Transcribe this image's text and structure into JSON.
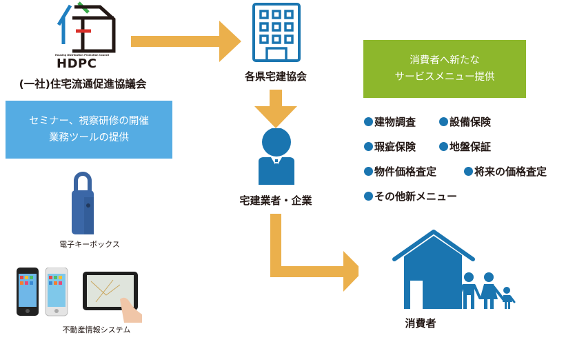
{
  "colors": {
    "arrow": "#ebb04c",
    "blue_icon": "#1a75b0",
    "blue_box": "#55ace3",
    "green_box": "#8db72c",
    "logo_blue": "#1f7fc0",
    "logo_green": "#3aaa4a",
    "logo_red": "#d9302a",
    "logo_dark": "#231815"
  },
  "logo": {
    "tagline": "Housing Distribution Promotion Council",
    "acronym": "HDPC"
  },
  "org": {
    "name": "(一社)住宅流通促進協議会"
  },
  "left_box": {
    "line1": "セミナー、視察研修の開催",
    "line2": "業務ツールの提供"
  },
  "tools": {
    "keybox_label": "電子キーボックス",
    "system_label": "不動産情報システム"
  },
  "prefecture": {
    "label": "各県宅建協会"
  },
  "agent": {
    "label": "宅建業者・企業"
  },
  "right_box": {
    "line1": "消費者へ新たな",
    "line2": "サービスメニュー提供"
  },
  "services": [
    "建物調査",
    "設備保険",
    "瑕疵保険",
    "地盤保証",
    "物件価格査定",
    "将来の価格査定",
    "その他新メニュー"
  ],
  "consumer": {
    "label": "消費者"
  }
}
